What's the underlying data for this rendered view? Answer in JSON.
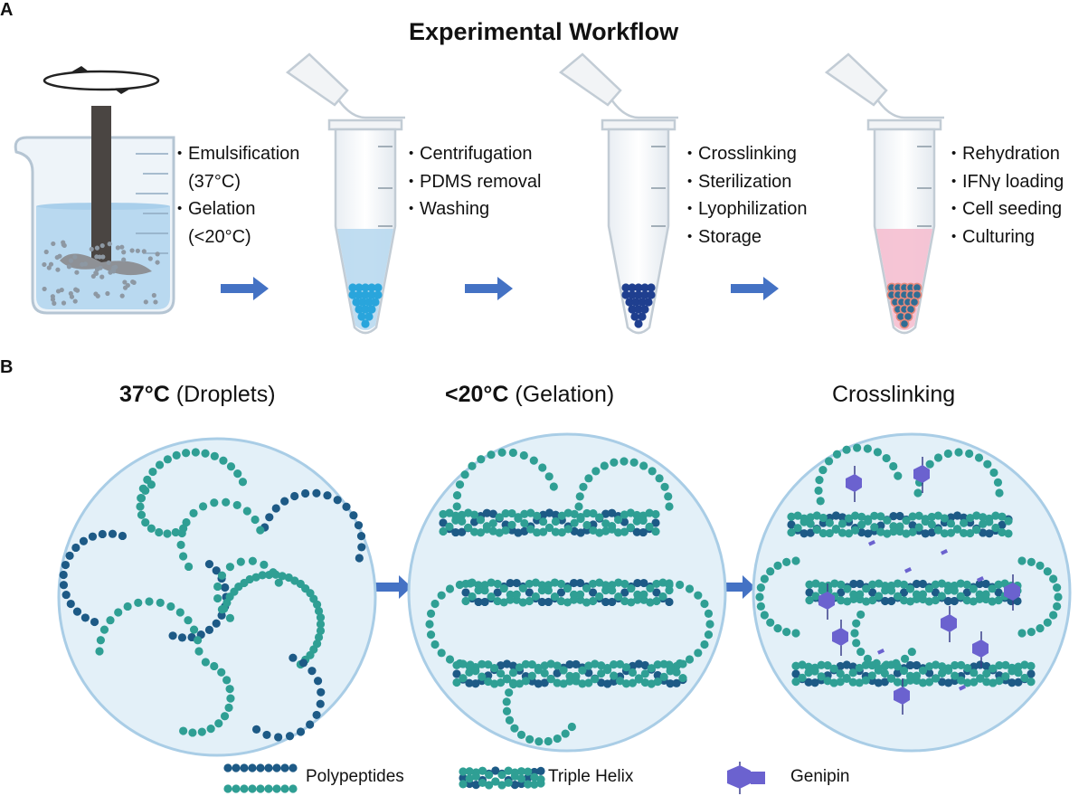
{
  "panel_a": {
    "letter": "A",
    "title": "Experimental Workflow",
    "steps": [
      {
        "items": [
          {
            "text": "Emulsification",
            "bullet": true
          },
          {
            "text": "(37°C)",
            "bullet": false
          },
          {
            "text": "Gelation",
            "bullet": true
          },
          {
            "text": "(<20°C)",
            "bullet": false
          }
        ]
      },
      {
        "items": [
          {
            "text": "Centrifugation",
            "bullet": true
          },
          {
            "text": "PDMS removal",
            "bullet": true
          },
          {
            "text": "Washing",
            "bullet": true
          }
        ]
      },
      {
        "items": [
          {
            "text": "Crosslinking",
            "bullet": true
          },
          {
            "text": "Sterilization",
            "bullet": true
          },
          {
            "text": "Lyophilization",
            "bullet": true
          },
          {
            "text": "Storage",
            "bullet": true
          }
        ]
      },
      {
        "items": [
          {
            "text": "Rehydration",
            "bullet": true
          },
          {
            "text": "IFNγ loading",
            "bullet": true
          },
          {
            "text": "Cell seeding",
            "bullet": true
          },
          {
            "text": "Culturing",
            "bullet": true
          }
        ]
      }
    ]
  },
  "panel_b": {
    "letter": "B",
    "stages": [
      {
        "bold": "37°C",
        "rest": " (Droplets)"
      },
      {
        "bold": "<20°C",
        "rest": " (Gelation)"
      },
      {
        "bold": "",
        "rest": "Crosslinking"
      }
    ],
    "legend": {
      "polypeptides": "Polypeptides",
      "triple_helix": "Triple Helix",
      "genipin": "Genipin"
    }
  },
  "colors": {
    "arrow": "#4472c4",
    "dark_chain": "#1d5a86",
    "teal_chain": "#2f9f94",
    "circle_fill": "#e3f0f8",
    "circle_stroke": "#a9cde6",
    "water": "#b9d9f0",
    "light_beads": "#29a5dc",
    "dark_beads": "#1f3f8f",
    "pink_medium": "#f5bfd0",
    "genipin": "#6b62cf"
  }
}
